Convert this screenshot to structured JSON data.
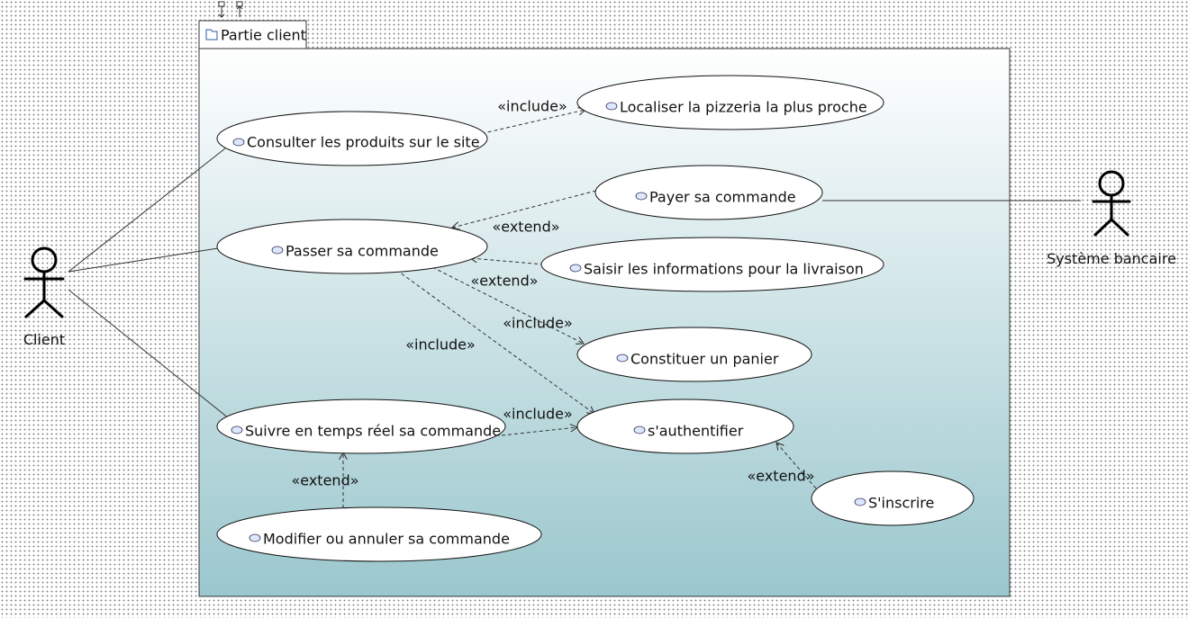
{
  "system": {
    "title": "Partie client"
  },
  "actors": {
    "client": "Client",
    "bank": "Système bancaire"
  },
  "use_cases": {
    "consulter": "Consulter les produits sur le site",
    "localiser": "Localiser la pizzeria la plus proche",
    "payer": "Payer sa commande",
    "passer": "Passer sa commande",
    "saisir": "Saisir les informations pour la livraison",
    "panier": "Constituer un panier",
    "suivre": "Suivre en temps réel sa commande",
    "authentifier": "s'authentifier",
    "modifier": "Modifier ou annuler sa commande",
    "inscrire": "S'inscrire"
  },
  "relations": {
    "include_localiser": "«include»",
    "extend_payer": "«extend»",
    "extend_saisir": "«extend»",
    "include_panier": "«include»",
    "include_auth_passer": "«include»",
    "include_auth_suivre": "«include»",
    "extend_modifier": "«extend»",
    "extend_inscrire": "«extend»"
  },
  "colors": {
    "system_gradient_top": "#ffffff",
    "system_gradient_bottom": "#9ac7cd"
  }
}
